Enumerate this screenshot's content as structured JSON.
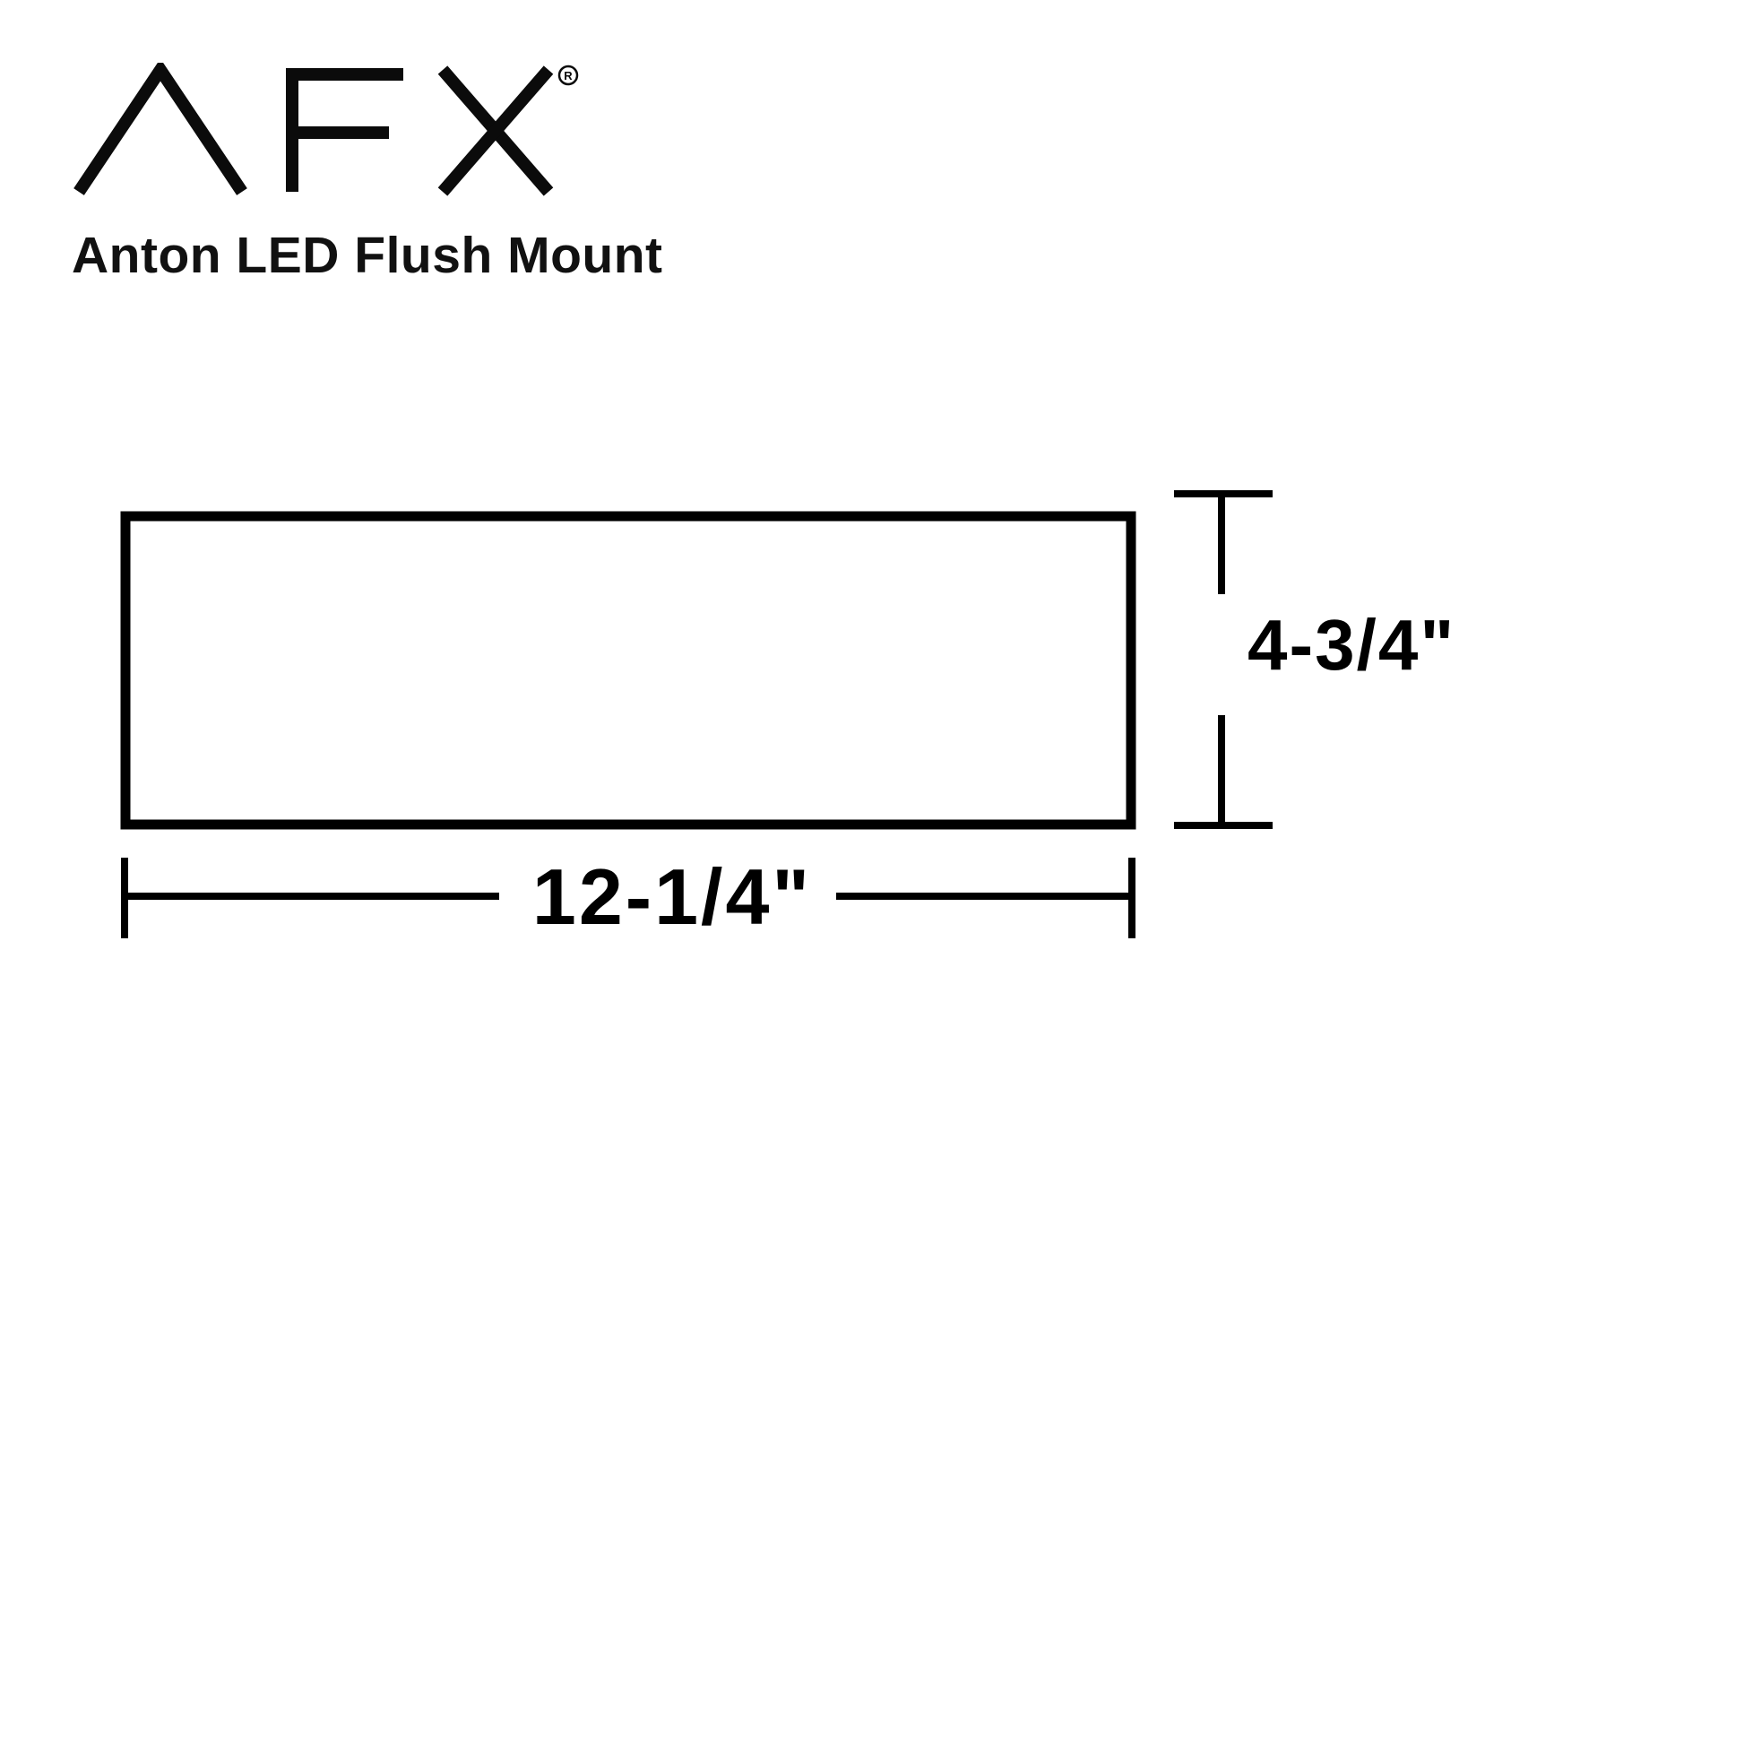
{
  "brand": {
    "logo_text": "AFX",
    "registered_mark": "®"
  },
  "product": {
    "name": "Anton LED Flush Mount"
  },
  "diagram": {
    "height_label": "4-3/4\"",
    "width_label": "12-1/4\""
  },
  "colors": {
    "line": "#000000",
    "background": "#ffffff",
    "text": "#111111"
  }
}
